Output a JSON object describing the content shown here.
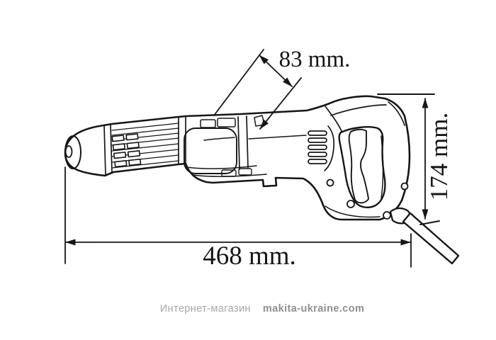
{
  "diagram": {
    "kind": "technical-dimension-drawing",
    "dimensions": {
      "diagonal": "83 mm.",
      "height": "174 mm.",
      "length": "468 mm."
    }
  },
  "watermark": {
    "store": "Интернет-магазин",
    "site": "makita-ukraine.com"
  },
  "colors": {
    "ink": "#161616",
    "background": "#ffffff",
    "watermark_store": "#a6a6a6",
    "watermark_site": "#8f8f8f"
  }
}
